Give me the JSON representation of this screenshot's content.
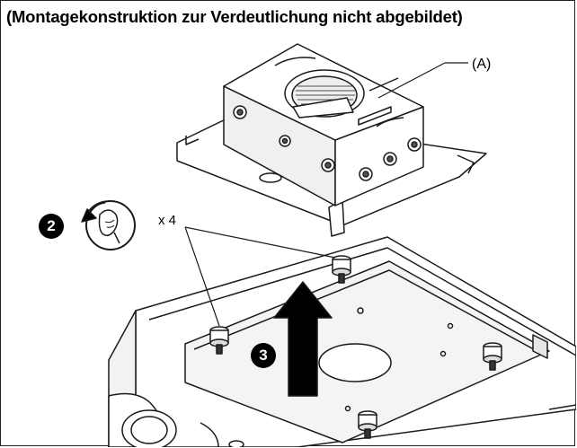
{
  "caption": "(Montagekonstruktion zur Verdeutlichung nicht abgebildet)",
  "labels": {
    "part_a": "(A)",
    "quantity": "x 4"
  },
  "steps": {
    "loosen": "2",
    "lift": "3"
  },
  "colors": {
    "line": "#1a1a1a",
    "fill": "#ffffff",
    "shade": "#e6e6e6",
    "arrow": "#000000"
  }
}
